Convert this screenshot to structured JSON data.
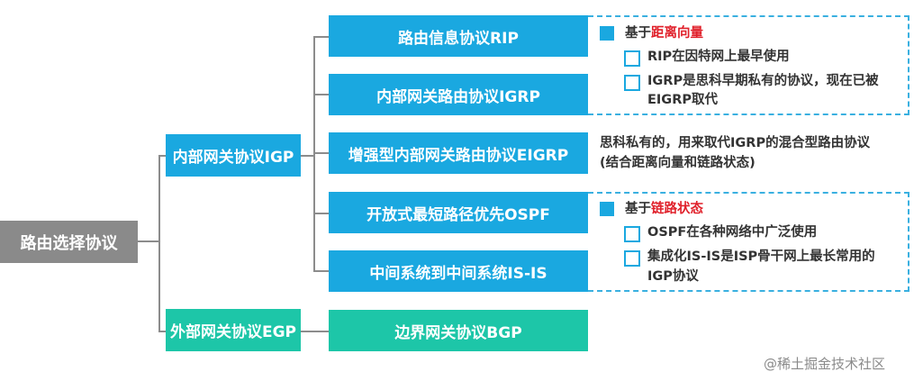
{
  "root": {
    "label": "路由选择协议"
  },
  "categories": {
    "igp": {
      "label": "内部网关协议IGP"
    },
    "egp": {
      "label": "外部网关协议EGP"
    }
  },
  "protocols": {
    "rip": {
      "label": "路由信息协议RIP"
    },
    "igrp": {
      "label": "内部网关路由协议IGRP"
    },
    "eigrp": {
      "label": "增强型内部网关路由协议EIGRP"
    },
    "ospf": {
      "label": "开放式最短路径优先OSPF"
    },
    "isis": {
      "label": "中间系统到中间系统IS-IS"
    },
    "bgp": {
      "label": "边界网关协议BGP"
    }
  },
  "notes": {
    "distance_vector": {
      "prefix": "基于",
      "highlight": "距离向量",
      "items": [
        "RIP在因特网上最早使用",
        "IGRP是思科早期私有的协议，现在已被",
        "EIGRP取代"
      ]
    },
    "eigrp": {
      "line1": "思科私有的，用来取代IGRP的混合型路由协议",
      "line2": "(结合距离向量和链路状态)"
    },
    "link_state": {
      "prefix": "基于",
      "highlight": "链路状态",
      "items": [
        "OSPF在各种网络中广泛使用",
        "集成化IS-IS是ISP骨干网上最长常用的",
        "IGP协议"
      ]
    }
  },
  "colors": {
    "blue": "#1aa8e0",
    "teal": "#1dc6a8",
    "gray": "#8a8a8a",
    "red": "#e0202a"
  },
  "watermark": "@稀土掘金技术社区"
}
